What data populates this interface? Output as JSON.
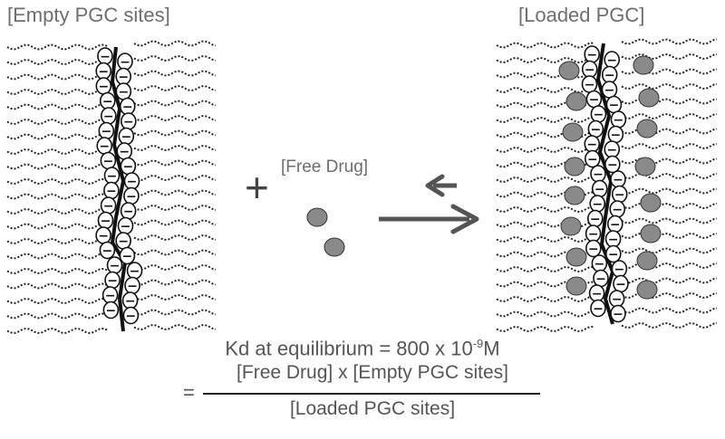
{
  "labels": {
    "empty_sites": "[Empty PGC sites]",
    "loaded_pgc": "[Loaded PGC]",
    "free_drug": "[Free Drug]",
    "plus": "+",
    "charge_symbol": "−"
  },
  "equation": {
    "line1_prefix": "Kd at equilibrium = 800 x 10",
    "line1_exponent": "-9",
    "line1_suffix": "M",
    "equals": "=",
    "numerator": "[Free Drug] x [Empty PGC sites]",
    "denominator": "[Loaded PGC sites]"
  },
  "colors": {
    "drug": "#8a8a8a",
    "drug_stroke": "#333333",
    "chain": "#111111",
    "arrow": "#555555"
  }
}
